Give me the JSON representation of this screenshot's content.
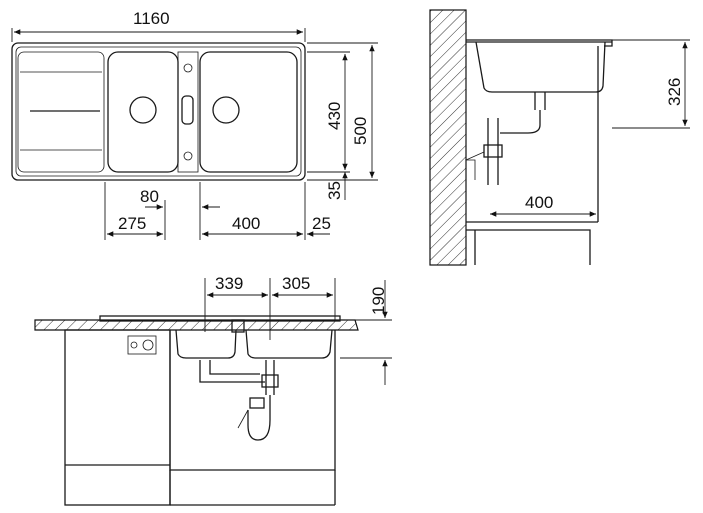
{
  "top_view": {
    "width_label": "1160",
    "bowl_depth_label": "430",
    "overall_depth_label": "500",
    "rear_offset_label": "35",
    "middle_gap_label": "80",
    "left_to_bowl_label": "275",
    "bowl_width_label": "400",
    "edge_label": "25"
  },
  "side_view": {
    "height_label": "326",
    "cabinet_label": "400"
  },
  "front_view": {
    "left_bowl_label": "339",
    "right_bowl_label": "305",
    "depth_label": "190"
  }
}
